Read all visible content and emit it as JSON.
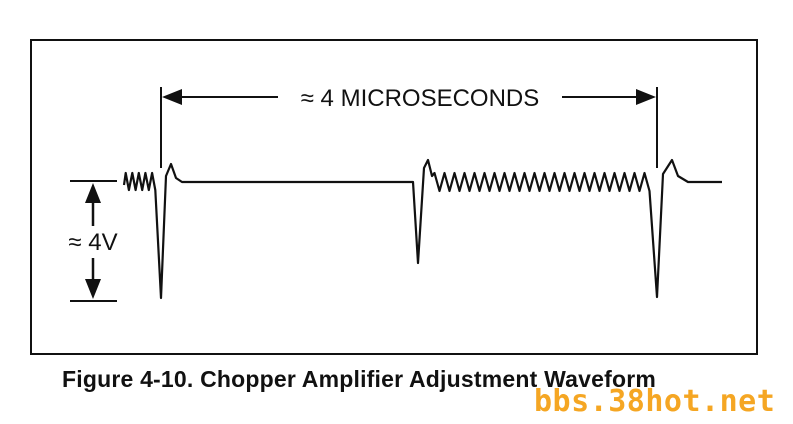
{
  "diagram": {
    "time_label": "≈ 4 MICROSECONDS",
    "amplitude_label": "≈ 4V"
  },
  "caption": "Figure 4-10. Chopper Amplifier Adjustment Waveform",
  "watermark": "bbs.38hot.net",
  "colors": {
    "ink": "#111111",
    "watermark": "#f5a623",
    "background": "#ffffff"
  }
}
